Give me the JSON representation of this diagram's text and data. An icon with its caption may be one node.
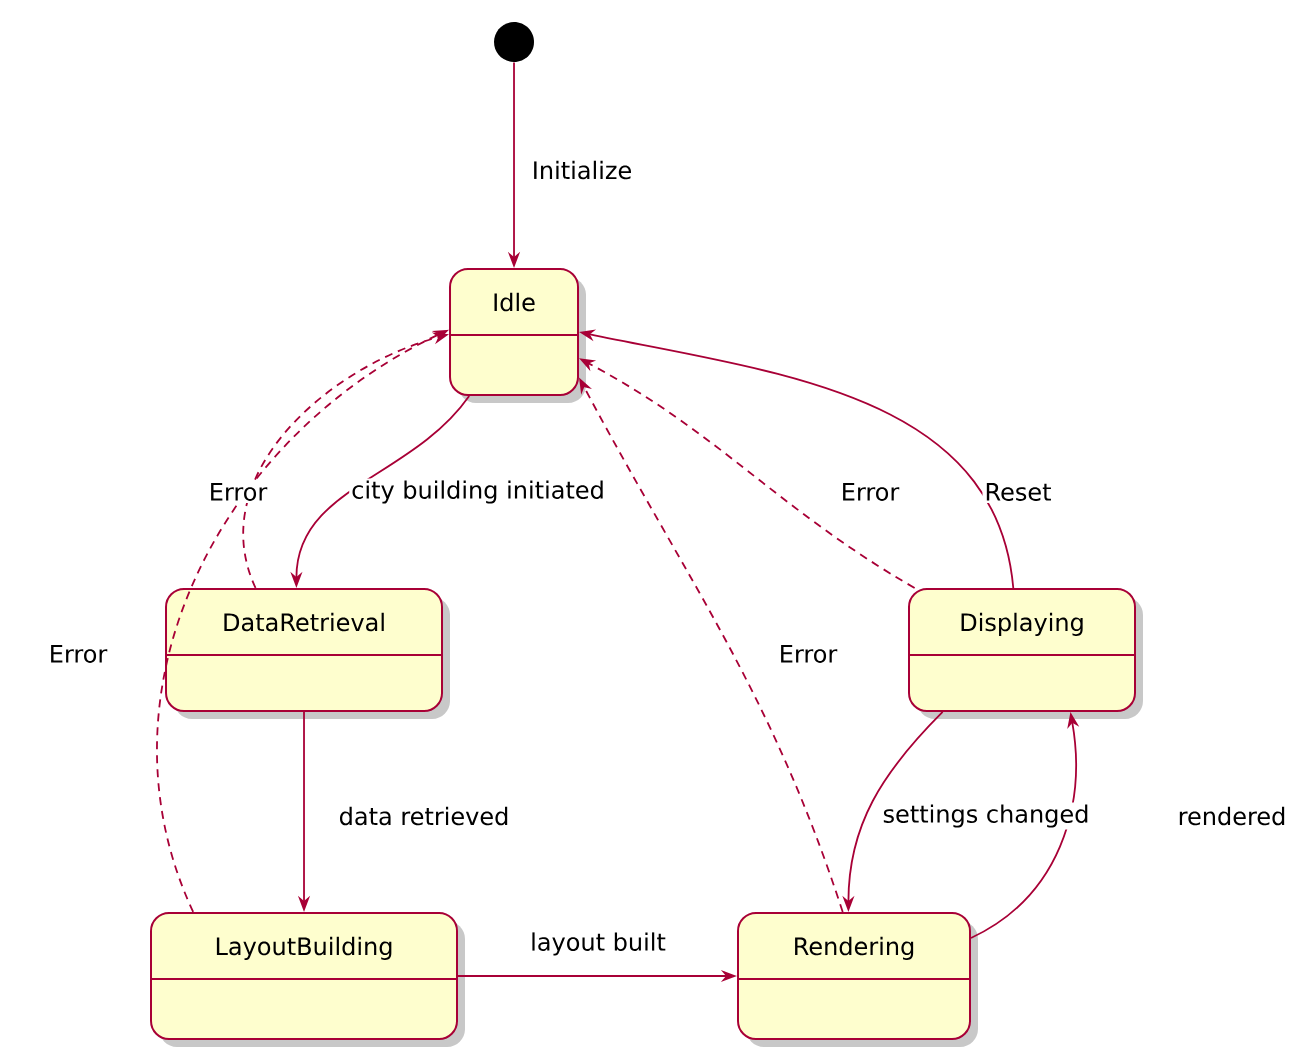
{
  "diagram": {
    "nodes": [
      {
        "text": [],
        "shape": "circle"
      },
      {
        "text": [
          "Idle"
        ]
      },
      {
        "text": [
          "DataRetrieval"
        ]
      },
      {
        "text": [
          "LayoutBuilding"
        ]
      },
      {
        "text": [
          "Rendering"
        ]
      },
      {
        "text": [
          "Displaying"
        ]
      }
    ],
    "edges": [
      {
        "from": 0,
        "to": 1,
        "arrow": "to",
        "label": "Initialize"
      },
      {
        "from": 1,
        "to": 2,
        "arrow": "to",
        "label": "city building initiated"
      },
      {
        "from": 2,
        "to": 1,
        "arrow": "to",
        "label": "Error",
        "style": "dashed"
      },
      {
        "from": 3,
        "to": 1,
        "arrow": "to",
        "label": "Error",
        "style": "dashed"
      },
      {
        "from": 2,
        "to": 3,
        "arrow": "to",
        "label": "data retrieved"
      },
      {
        "from": 3,
        "to": 4,
        "arrow": "to",
        "label": "layout built"
      },
      {
        "from": 5,
        "to": 1,
        "arrow": "to",
        "label": "Error",
        "style": "dashed"
      },
      {
        "from": 5,
        "to": 1,
        "arrow": "to",
        "label": "Reset"
      },
      {
        "from": 4,
        "to": 1,
        "arrow": "to",
        "label": "Error",
        "style": "dashed"
      },
      {
        "from": 5,
        "to": 4,
        "arrow": "to",
        "label": "settings changed"
      },
      {
        "from": 4,
        "to": 5,
        "arrow": "to",
        "label": "rendered"
      }
    ]
  }
}
